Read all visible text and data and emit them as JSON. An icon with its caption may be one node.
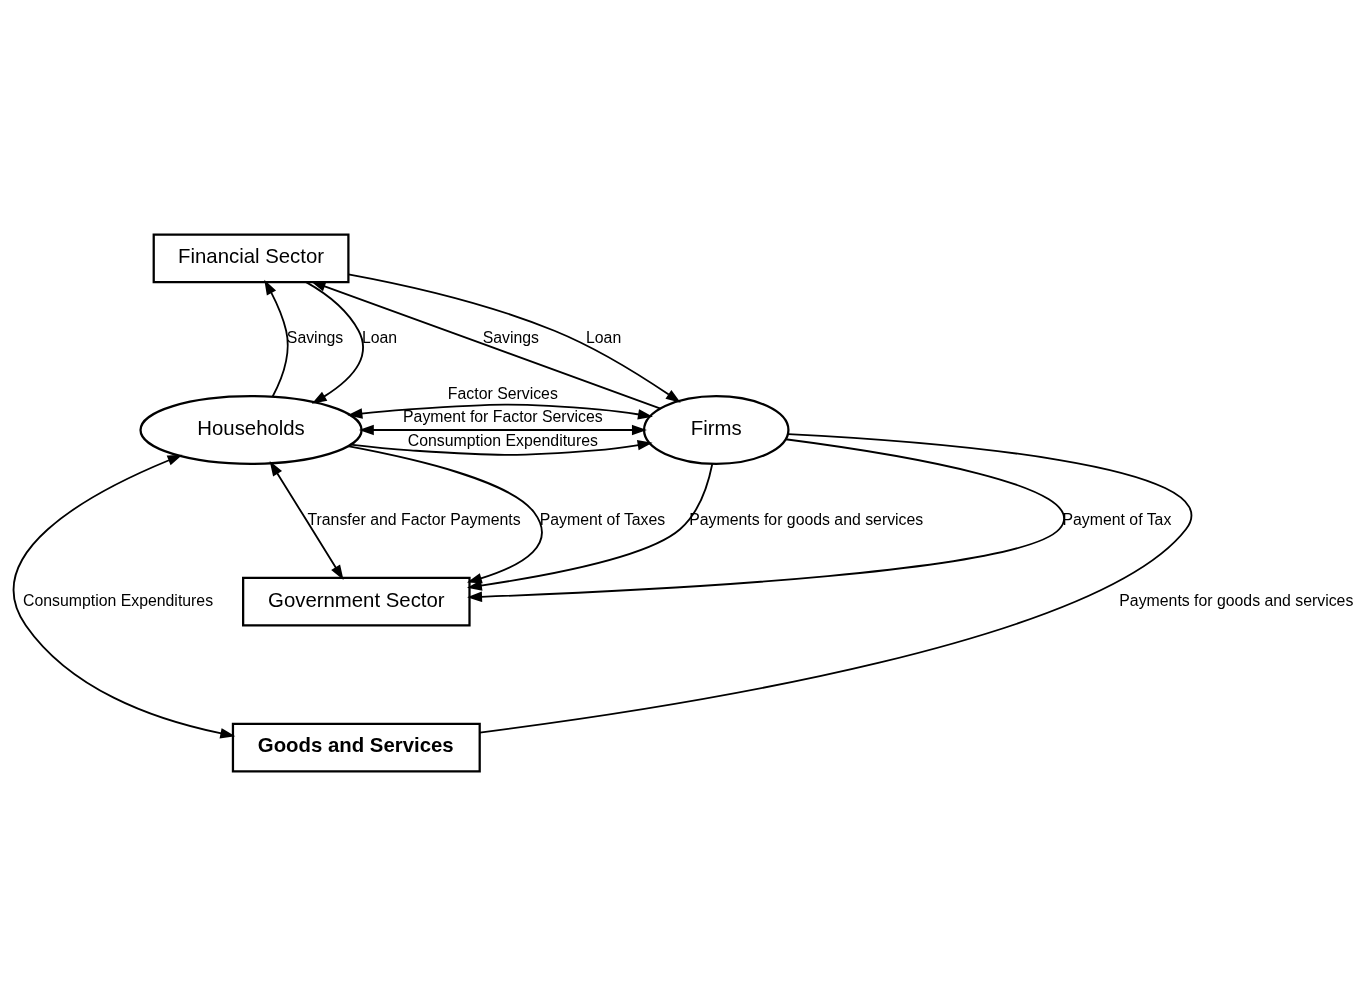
{
  "diagram": {
    "nodes": [
      {
        "text": [
          "Households"
        ]
      },
      {
        "text": [
          "Firms"
        ]
      },
      {
        "text": [
          "Financial Sector"
        ]
      },
      {
        "text": [
          "Government Sector"
        ]
      },
      {
        "text": [
          "Goods and Services"
        ]
      }
    ],
    "edges": [
      {
        "from": 0,
        "to": 1,
        "arrow": "both",
        "label": "Payment for Factor Services"
      },
      {
        "from": 0,
        "to": 1,
        "arrow": "both",
        "label": "Factor Services"
      },
      {
        "from": 0,
        "to": 2,
        "arrow": "to",
        "label": "Savings"
      },
      {
        "from": 1,
        "to": 2,
        "arrow": "to",
        "label": "Savings"
      },
      {
        "from": 2,
        "to": 0,
        "arrow": "to",
        "label": "Loan"
      },
      {
        "from": 2,
        "to": 1,
        "arrow": "to",
        "label": "Loan"
      },
      {
        "from": 0,
        "to": 3,
        "arrow": "both",
        "label": "Transfer and Factor Payments"
      },
      {
        "from": 0,
        "to": 3,
        "arrow": "to",
        "label": "Payment of Taxes"
      },
      {
        "from": 1,
        "to": 3,
        "arrow": "to",
        "label": "Payment of Tax"
      },
      {
        "from": 1,
        "to": 3,
        "arrow": "to",
        "label": "Payments for goods and services"
      },
      {
        "from": 0,
        "to": 1,
        "arrow": "to",
        "label": "Consumption Expenditures"
      },
      {
        "from": 0,
        "to": 4,
        "arrow": "both",
        "label": "Consumption Expenditures"
      },
      {
        "from": 1,
        "to": 4,
        "arrow": "none",
        "label": "Payments for goods and services"
      }
    ]
  }
}
